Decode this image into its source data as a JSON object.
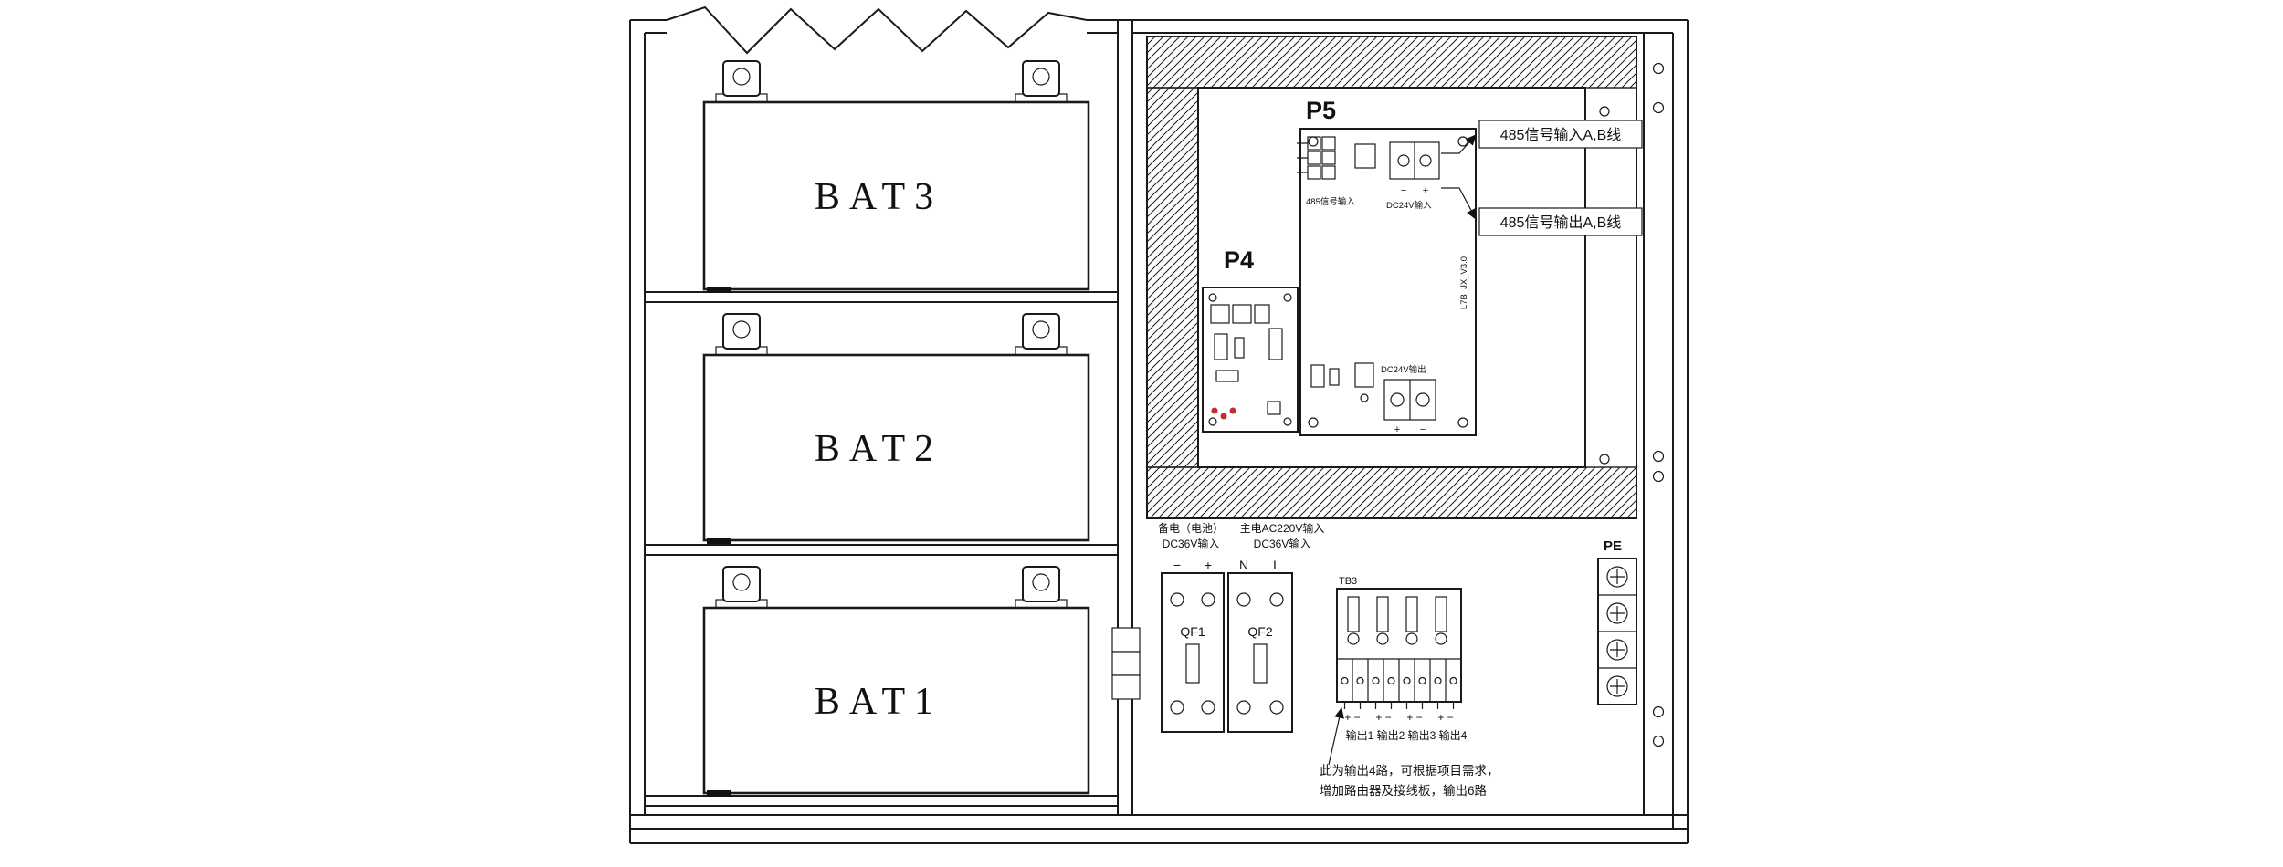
{
  "diagram": {
    "batteries": [
      {
        "label": "BAT3"
      },
      {
        "label": "BAT2"
      },
      {
        "label": "BAT1"
      }
    ],
    "p5": {
      "title": "P5",
      "in_label": "485信号输入",
      "dc_in_label": "DC24V输入",
      "dc_out_label": "DC24V输出",
      "board_code": "L7B_JX_V3.0",
      "plus": "+",
      "minus": "−"
    },
    "p4": {
      "title": "P4"
    },
    "callouts": {
      "signal_in": "485信号输入A,B线",
      "signal_out": "485信号输出A,B线"
    },
    "power": {
      "backup_line1": "备电（电池）",
      "backup_line2": "DC36V输入",
      "main_line1": "主电AC220V输入",
      "main_line2": "DC36V输入",
      "minus": "−",
      "plus": "+",
      "n": "N",
      "l": "L",
      "qf1": "QF1",
      "qf2": "QF2"
    },
    "tb": {
      "label": "TB3",
      "pair": "+ −",
      "outputs": [
        "输出1",
        "输出2",
        "输出3",
        "输出4"
      ]
    },
    "pe_label": "PE",
    "note": {
      "line1": "此为输出4路，可根据项目需求，",
      "line2": "增加路由器及接线板，输出6路"
    }
  }
}
